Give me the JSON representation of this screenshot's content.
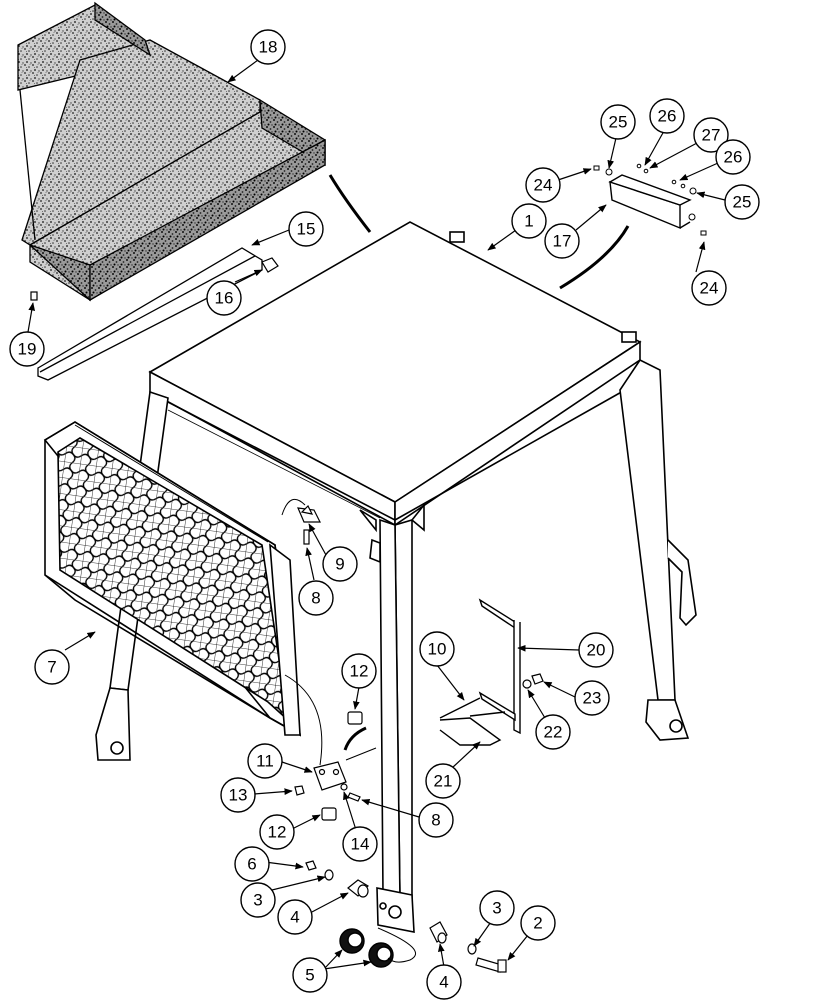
{
  "diagram": {
    "callouts": [
      {
        "id": "c18",
        "label": "18"
      },
      {
        "id": "c15",
        "label": "15"
      },
      {
        "id": "c16",
        "label": "16"
      },
      {
        "id": "c19",
        "label": "19"
      },
      {
        "id": "c1",
        "label": "1"
      },
      {
        "id": "c25a",
        "label": "25"
      },
      {
        "id": "c26a",
        "label": "26"
      },
      {
        "id": "c27",
        "label": "27"
      },
      {
        "id": "c26b",
        "label": "26"
      },
      {
        "id": "c25b",
        "label": "25"
      },
      {
        "id": "c24a",
        "label": "24"
      },
      {
        "id": "c17",
        "label": "17"
      },
      {
        "id": "c24b",
        "label": "24"
      },
      {
        "id": "c9",
        "label": "9"
      },
      {
        "id": "c8a",
        "label": "8"
      },
      {
        "id": "c7",
        "label": "7"
      },
      {
        "id": "c12a",
        "label": "12"
      },
      {
        "id": "c10",
        "label": "10"
      },
      {
        "id": "c20",
        "label": "20"
      },
      {
        "id": "c23",
        "label": "23"
      },
      {
        "id": "c22",
        "label": "22"
      },
      {
        "id": "c11",
        "label": "11"
      },
      {
        "id": "c13",
        "label": "13"
      },
      {
        "id": "c8b",
        "label": "8"
      },
      {
        "id": "c21",
        "label": "21"
      },
      {
        "id": "c12b",
        "label": "12"
      },
      {
        "id": "c14",
        "label": "14"
      },
      {
        "id": "c6",
        "label": "6"
      },
      {
        "id": "c3a",
        "label": "3"
      },
      {
        "id": "c4a",
        "label": "4"
      },
      {
        "id": "c3b",
        "label": "3"
      },
      {
        "id": "c2",
        "label": "2"
      },
      {
        "id": "c5",
        "label": "5"
      },
      {
        "id": "c4b",
        "label": "4"
      }
    ]
  }
}
